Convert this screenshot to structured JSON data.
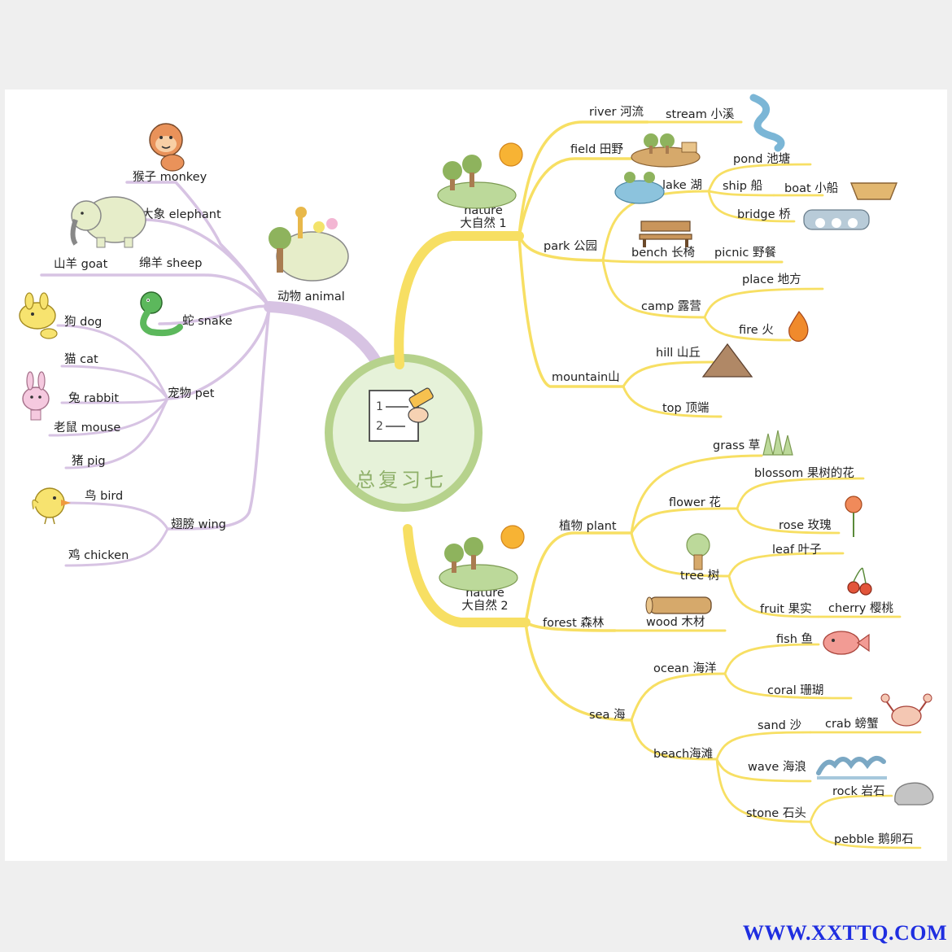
{
  "center": {
    "title": "总复习七"
  },
  "branches": {
    "animal": {
      "label": "动物 animal",
      "items": [
        "猴子 monkey",
        "大象 elephant",
        "山羊 goat",
        "绵羊 sheep",
        "蛇 snake"
      ],
      "pet": {
        "label": "宠物 pet",
        "items": [
          "狗 dog",
          "猫 cat",
          "兔 rabbit",
          "老鼠 mouse",
          "猪 pig"
        ]
      },
      "wing": {
        "label": "翅膀 wing",
        "items": [
          "鸟 bird",
          "鸡 chicken"
        ]
      }
    },
    "nature1": {
      "label_en": "nature",
      "label_zh": "大自然 1",
      "river": {
        "label": "river 河流",
        "items": [
          "stream 小溪"
        ]
      },
      "field": {
        "label": "field 田野"
      },
      "park": {
        "label": "park 公园",
        "lake": {
          "label": "lake 湖",
          "items": [
            "pond 池塘",
            "ship 船",
            "boat 小船",
            "bridge 桥"
          ]
        },
        "bench": {
          "label": "bench 长椅",
          "items": [
            "picnic 野餐"
          ]
        },
        "camp": {
          "label": "camp 露营",
          "items": [
            "place 地方",
            "fire 火"
          ]
        }
      },
      "mountain": {
        "label": "mountain山",
        "items": [
          "hill 山丘",
          "top 顶端"
        ]
      }
    },
    "nature2": {
      "label_en": "nature",
      "label_zh": "大自然 2",
      "plant": {
        "label": "植物 plant",
        "items": [
          "grass 草"
        ],
        "flower": {
          "label": "flower 花",
          "items": [
            "blossom 果树的花",
            "rose 玫瑰"
          ]
        },
        "tree": {
          "label": "tree 树",
          "items": [
            "leaf 叶子",
            "fruit 果实",
            "cherry 樱桃"
          ]
        }
      },
      "forest": {
        "label": "forest 森林",
        "items": [
          "wood 木材"
        ]
      },
      "sea": {
        "label": "sea 海",
        "ocean": {
          "label": "ocean 海洋",
          "items": [
            "fish 鱼",
            "coral 珊瑚"
          ]
        },
        "beach": {
          "label": "beach海滩",
          "items": [
            "sand 沙",
            "crab 螃蟹",
            "wave 海浪"
          ]
        },
        "stone": {
          "label": "stone 石头",
          "items": [
            "rock 岩石",
            "pebble 鹅卵石"
          ]
        }
      }
    }
  },
  "watermark": "WWW.XXTTQ.COM",
  "colors": {
    "animal": "#d7c3e3",
    "nature": "#f7df63",
    "center_ring": "#b6d28c",
    "center_fill": "#e6f2d9"
  }
}
